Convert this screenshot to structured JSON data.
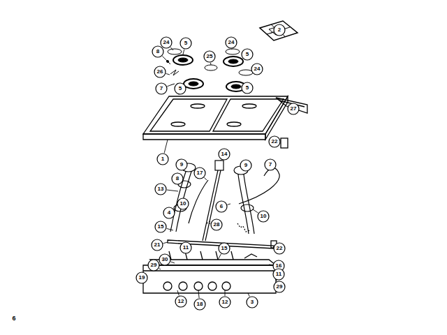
{
  "diagram": {
    "labels": [
      "2",
      "24",
      "5",
      "25",
      "24",
      "5",
      "24",
      "5",
      "5",
      "8",
      "26",
      "7",
      "27",
      "1",
      "22",
      "9",
      "14",
      "17",
      "8",
      "9",
      "7",
      "13",
      "6",
      "10",
      "10",
      "4",
      "28",
      "15",
      "21",
      "11",
      "15",
      "22",
      "16",
      "11",
      "30",
      "29",
      "19",
      "29",
      "3",
      "12",
      "18",
      "12",
      "6"
    ]
  }
}
